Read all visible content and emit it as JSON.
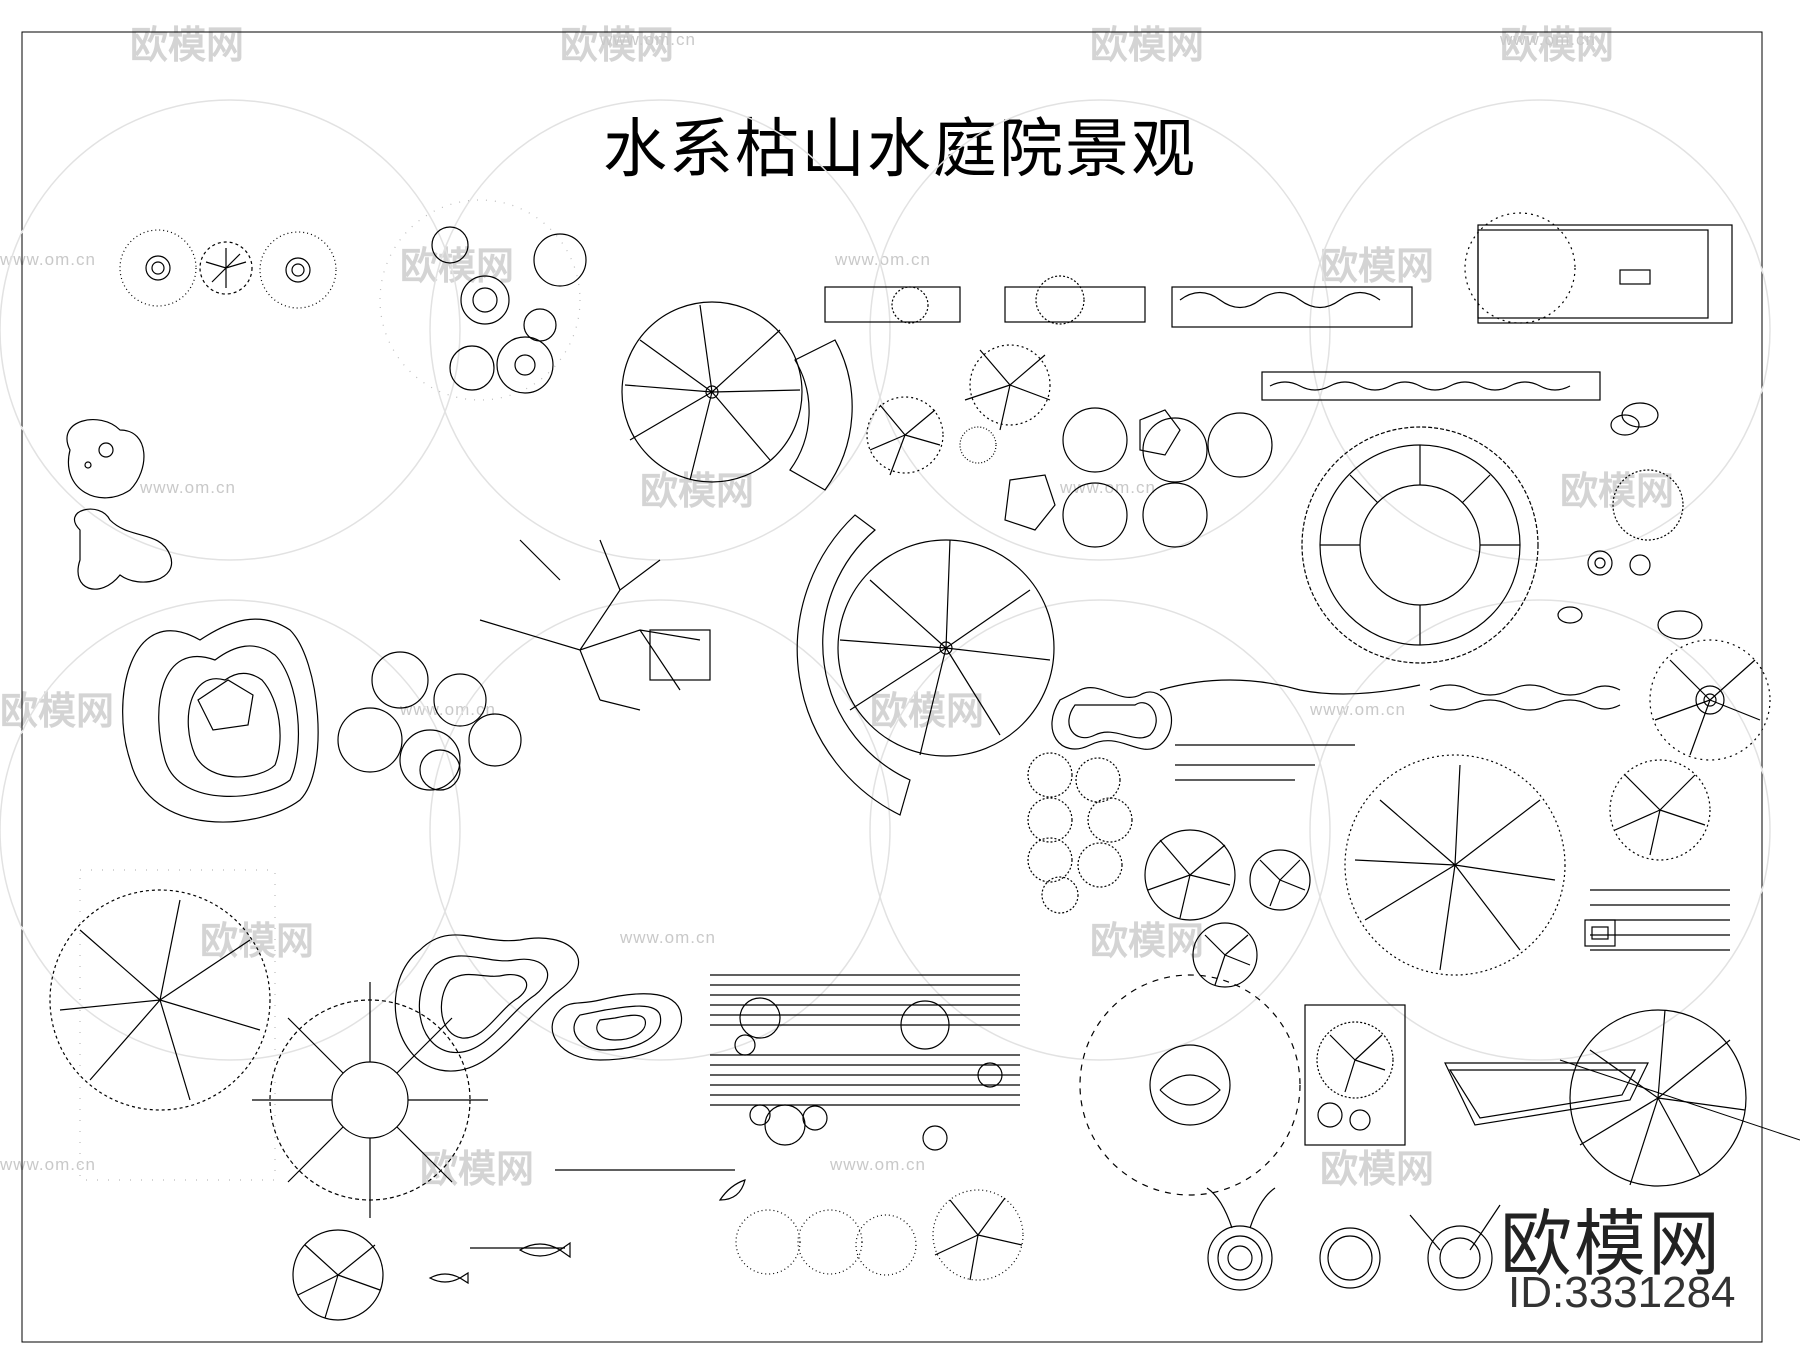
{
  "drawing": {
    "title": "水系枯山水庭院景观",
    "brand": "欧模网",
    "doc_id": "ID:3331284",
    "watermark_url": "www.om.cn",
    "watermark_brand": "欧模网",
    "line_color": "#000000",
    "watermark_color": "#c8c8c8"
  },
  "icons": [
    "tree-plan-icon",
    "shrub-cluster-icon",
    "stone-icon",
    "pond-contour-icon",
    "fish-icon",
    "planter-box-icon"
  ]
}
